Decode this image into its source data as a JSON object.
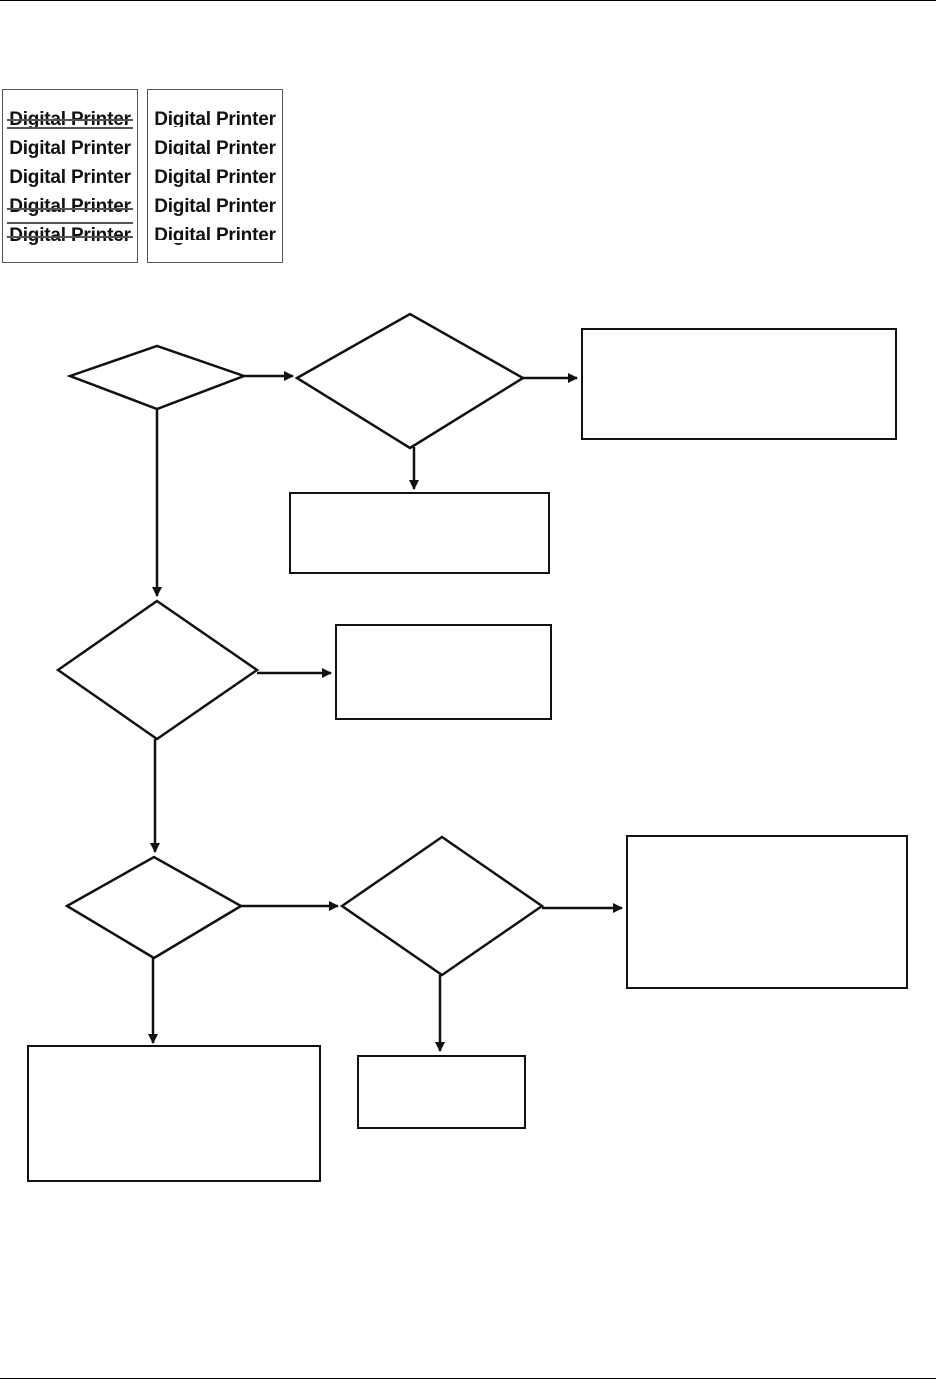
{
  "print_samples": {
    "sample_text": "Digital Printer",
    "left_sample": {
      "lines": [
        "Digital Printer",
        "Digital Printer",
        "Digital Printer",
        "Digital Printer",
        "Digital Printer"
      ],
      "defect": "horizontal-lines"
    },
    "right_sample": {
      "lines": [
        "Digital Printer",
        "Digital Printer",
        "Digital Printer",
        "Digital Printer",
        "Digital Printer"
      ],
      "defect": "clipped-text"
    }
  },
  "colors": {
    "line": "#111111",
    "sample_border": "#555555",
    "background": "#ffffff"
  }
}
